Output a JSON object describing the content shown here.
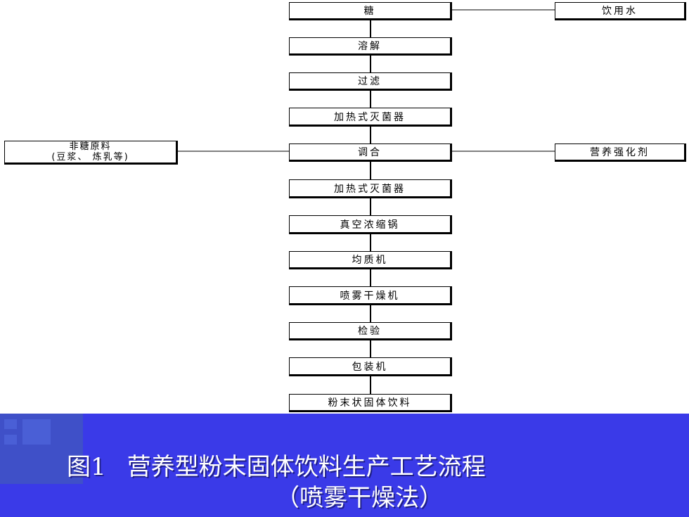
{
  "diagram": {
    "main_steps": [
      "糖",
      "溶解",
      "过滤",
      "加热式灭菌器",
      "调合",
      "加热式灭菌器",
      "真空浓缩锅",
      "均质机",
      "喷雾干燥机",
      "检验",
      "包装机",
      "粉末状固体饮料"
    ],
    "side_inputs": {
      "water": "饮用水",
      "non_sugar_line1": "非糖原料",
      "non_sugar_line2": "(豆浆、 炼乳等)",
      "fortifier": "营养强化剂"
    }
  },
  "caption": {
    "figure_label": "图1",
    "title": "营养型粉末固体饮料生产工艺流程",
    "subtitle": "（喷雾干燥法）"
  },
  "colors": {
    "banner": "#3a3ae8",
    "caption_text": "#ffffff"
  }
}
